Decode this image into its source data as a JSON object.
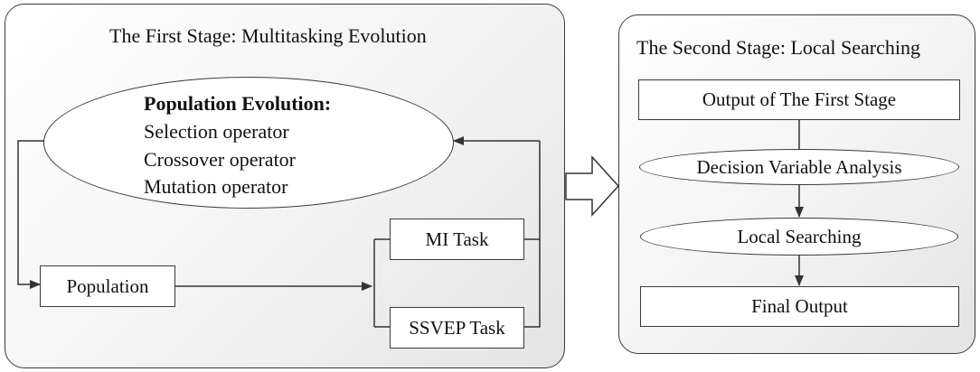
{
  "stage1": {
    "title": "The First Stage: Multitasking Evolution",
    "evolution": {
      "heading": "Population Evolution:",
      "operators": [
        "Selection operator",
        "Crossover operator",
        "Mutation operator"
      ]
    },
    "population": "Population",
    "tasks": [
      "MI Task",
      "SSVEP Task"
    ]
  },
  "stage2": {
    "title": "The Second Stage: Local Searching",
    "steps": [
      "Output of The First Stage",
      "Decision Variable Analysis",
      "Local Searching",
      "Final Output"
    ]
  }
}
